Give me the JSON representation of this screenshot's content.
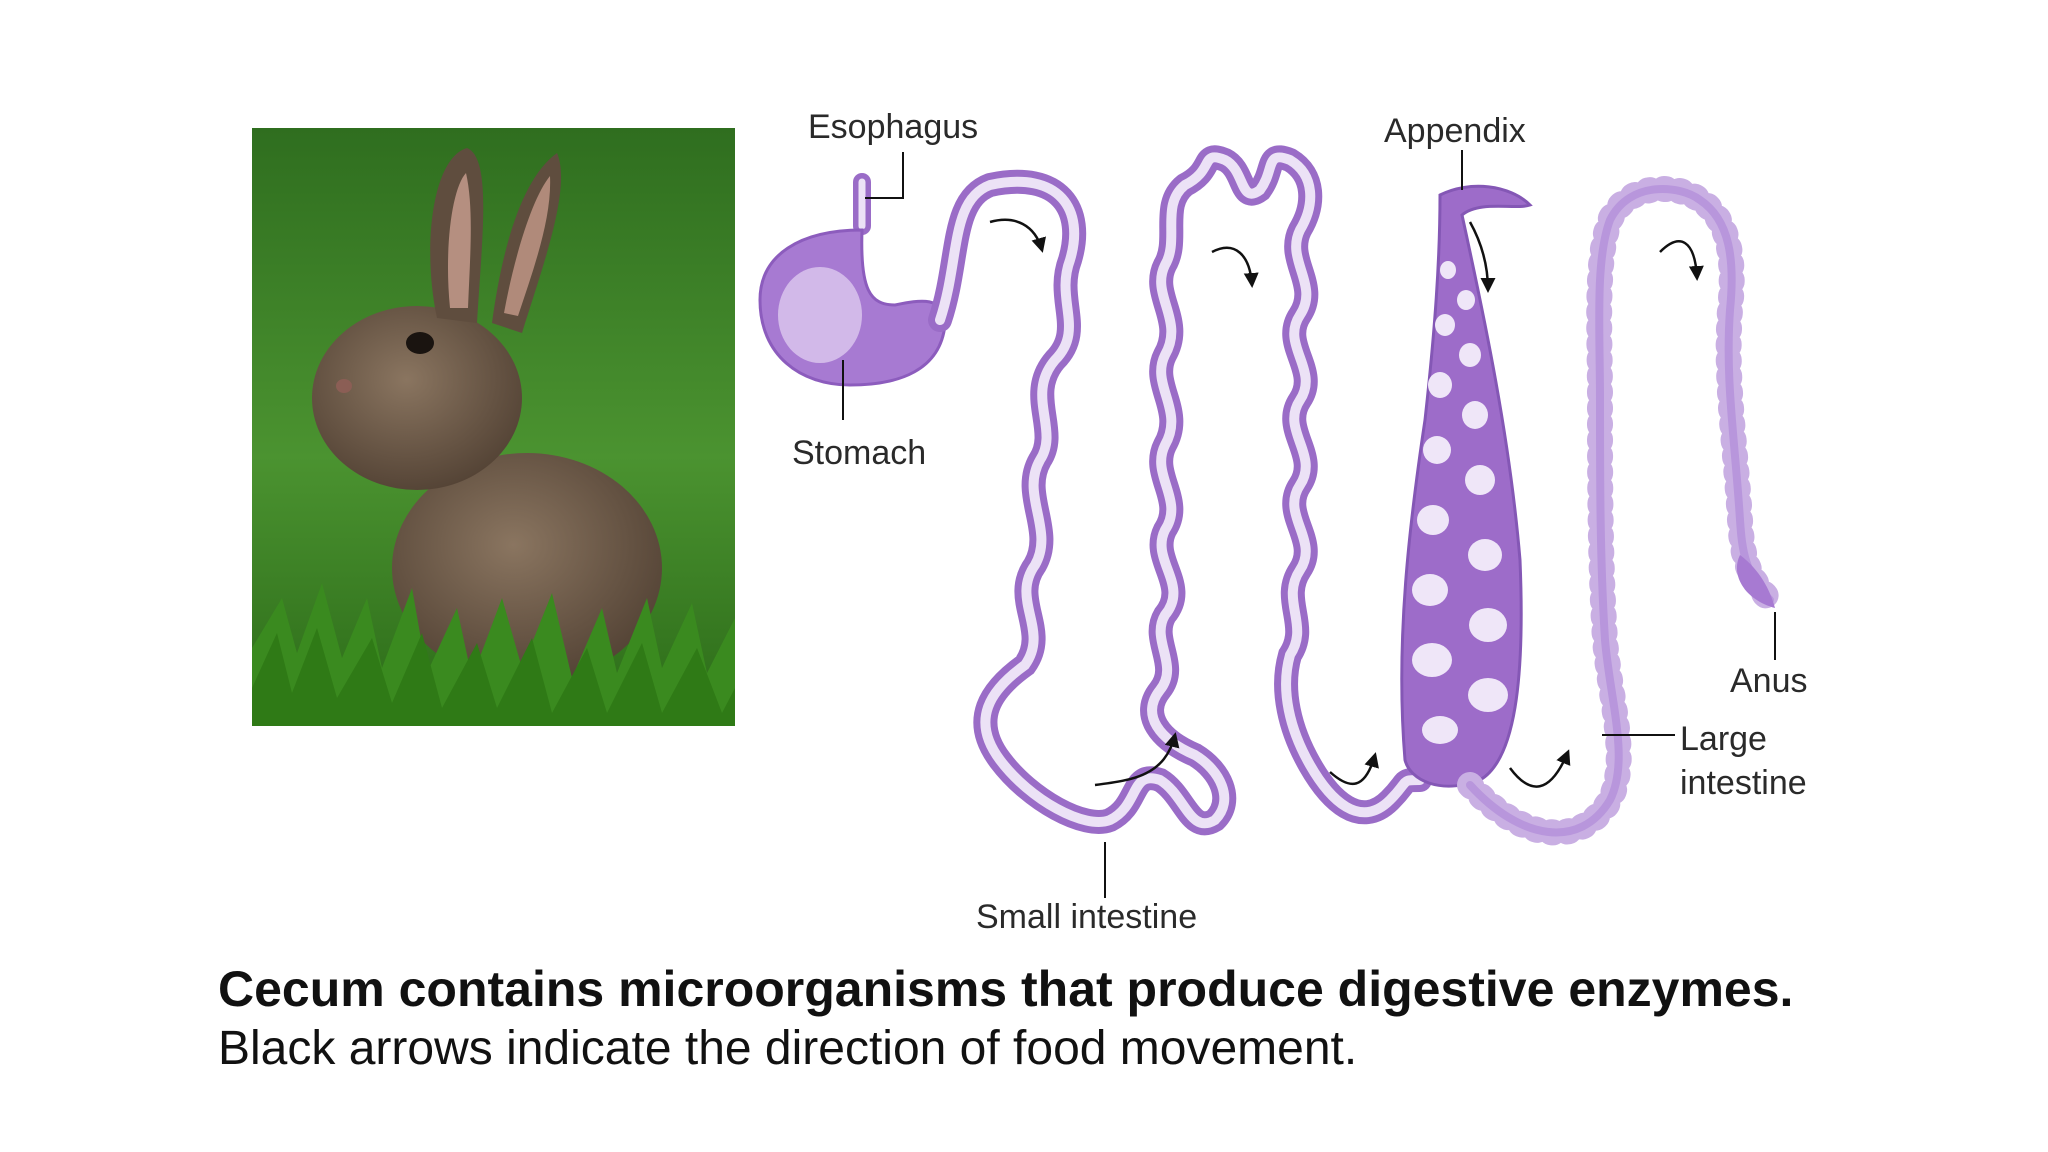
{
  "labels": {
    "esophagus": "Esophagus",
    "stomach": "Stomach",
    "appendix": "Appendix",
    "small_intestine": "Small intestine",
    "anus": "Anus",
    "large_intestine_line1": "Large",
    "large_intestine_line2": "intestine"
  },
  "caption": {
    "bold": "Cecum contains microorganisms that produce digestive enzymes.",
    "plain": "Black arrows indicate the direction of food movement."
  },
  "colors": {
    "tract_outer": "#9a6cc7",
    "tract_inner": "#ece2f6",
    "cecum": "#9d6cc9",
    "arrow": "#111111",
    "grass": "#3f8a26",
    "rabbit": "#6e5a48"
  },
  "photo": {
    "subject": "rabbit-photo"
  }
}
